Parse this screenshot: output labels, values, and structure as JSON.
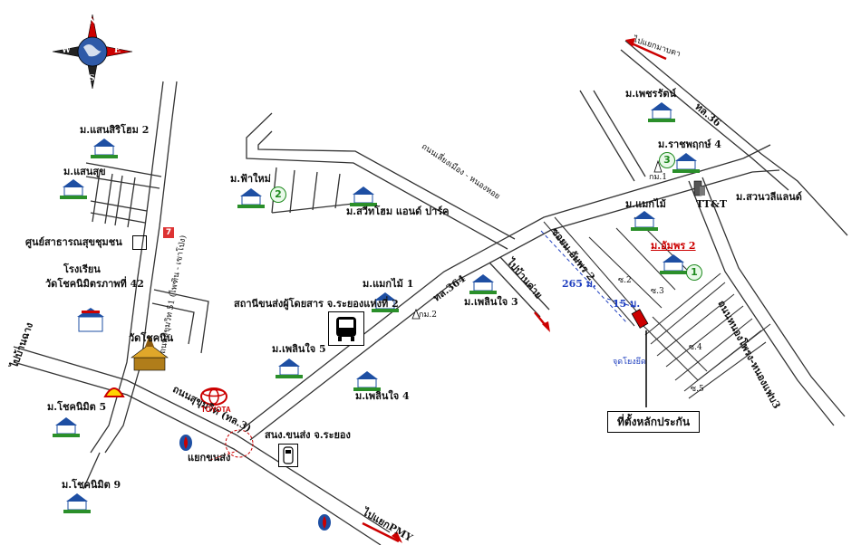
{
  "labels": {
    "seapirom2": "ม.แสนสิริโฮม 2",
    "saensuk": "ม.แสนสุข",
    "health_center": "ศูนย์สาธารณสุขชุมชน",
    "school1": "โรงเรียน",
    "school2": "วัดโชคนิมิตรภาพที่ 42",
    "temple": "วัดโชคนิน",
    "to_ban_chang": "ไปบ้านฉาง",
    "chok_nimit5": "ม.โชคนิมิต 5",
    "chok_nimit9": "ม.โชคนิมิต 9",
    "sukhumvit": "ถนนสุขุมวิท (ทล.3)",
    "side_road": "ถนนสุขุมวิท 51 (ไพฑิน - เขาโป่ง)",
    "junction": "แยกขนส่ง",
    "toyota": "TOYOTA",
    "transport_office": "สนง.ขนส่ง จ.ระยอง",
    "to_pmy": "ไปแยกPMY",
    "fa_mai": "ม.ฟ้าใหม่",
    "sweet_home": "ม.สวีทโฮม แอนด์ ปาร์ค",
    "bus_station": "สถานีขนส่งผู้โดยสาร จ.ระยองแห่งที่ 2",
    "maekmai1": "ม.แมกไม้ 1",
    "ploenjai5": "ม.เพลินใจ 5",
    "ploenjai4": "ม.เพลินใจ 4",
    "ploenjai3": "ม.เพลินใจ 3",
    "road_364": "ทล.364",
    "km2": "กม.2",
    "road_huay_pong": "ถนนเลี่ยงเมือง - หนองหอย",
    "to_ban_khai": "ไปบ้านค่าย",
    "petcharat": "ม.เพชรรัตน์",
    "rachapruek4": "ม.ราชพฤกษ์ 4",
    "road_36": "ทล.36",
    "to_rayong": "ไปแยกมาบตา",
    "km1": "กม.1",
    "tt_t": "TT&T",
    "suan_wilai": "ม.สวนวลีแลนด์",
    "maekmai": "ม.แมกไม้",
    "target_village": "ม.อัมพร 2",
    "soi_label": "ซอยม.อัมพร 2",
    "road_nong_krathing": "ถนนหนองโพรง-หนองแฟบ3",
    "dist_265": "265 ม.",
    "dist_15": "15 ม.",
    "stake_point": "จุดโยงยึด",
    "location_box": "ที่ตั้งหลักประกัน",
    "s2": "ซ.2",
    "s3": "ซ.3",
    "s4": "ซ.4",
    "s5": "ซ.5",
    "compass_n": "N",
    "compass_s": "S",
    "compass_e": "E",
    "compass_w": "W",
    "num1": "1",
    "num2": "2",
    "num3": "3",
    "seven": "7"
  },
  "colors": {
    "road": "#333333",
    "accent_red": "#cc0000",
    "dashed_blue": "#1f3fbf",
    "house_green": "#2a8f2a"
  }
}
